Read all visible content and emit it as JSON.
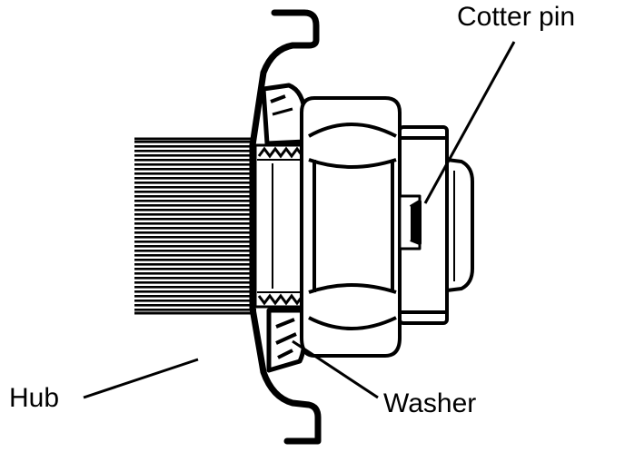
{
  "labels": {
    "cotter_pin": "Cotter pin",
    "hub": "Hub",
    "washer": "Washer"
  },
  "colors": {
    "ink": "#000000",
    "paper": "#ffffff"
  }
}
